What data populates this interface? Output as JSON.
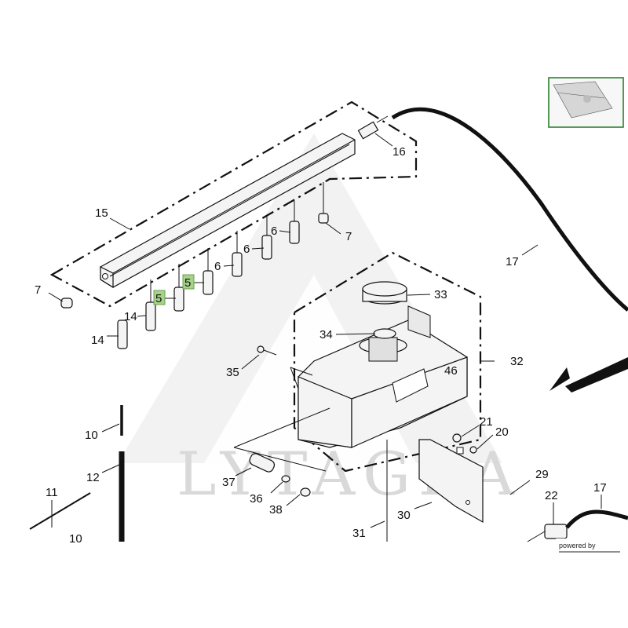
{
  "watermark": {
    "text": "LYTAGRA"
  },
  "powered_by": {
    "text": "powered by"
  },
  "colors": {
    "highlight": "#a6d28a",
    "watermark": "#d9d9d9",
    "ink": "#111111"
  },
  "thumbnail": {
    "icon": "overview-thumbnail-icon"
  },
  "callouts": {
    "c16": "16",
    "c15": "15",
    "c7a": "7",
    "c7b": "7",
    "c6a": "6",
    "c6b": "6",
    "c6c": "6",
    "c5a": "5",
    "c5b": "5",
    "c14a": "14",
    "c14b": "14",
    "c17a": "17",
    "c17b": "17",
    "c33": "33",
    "c34": "34",
    "c32": "32",
    "c46": "46",
    "c35": "35",
    "c10a": "10",
    "c10b": "10",
    "c11": "11",
    "c12": "12",
    "c37": "37",
    "c36": "36",
    "c38": "38",
    "c21": "21",
    "c20": "20",
    "c29": "29",
    "c30": "30",
    "c31": "31",
    "c22": "22"
  }
}
